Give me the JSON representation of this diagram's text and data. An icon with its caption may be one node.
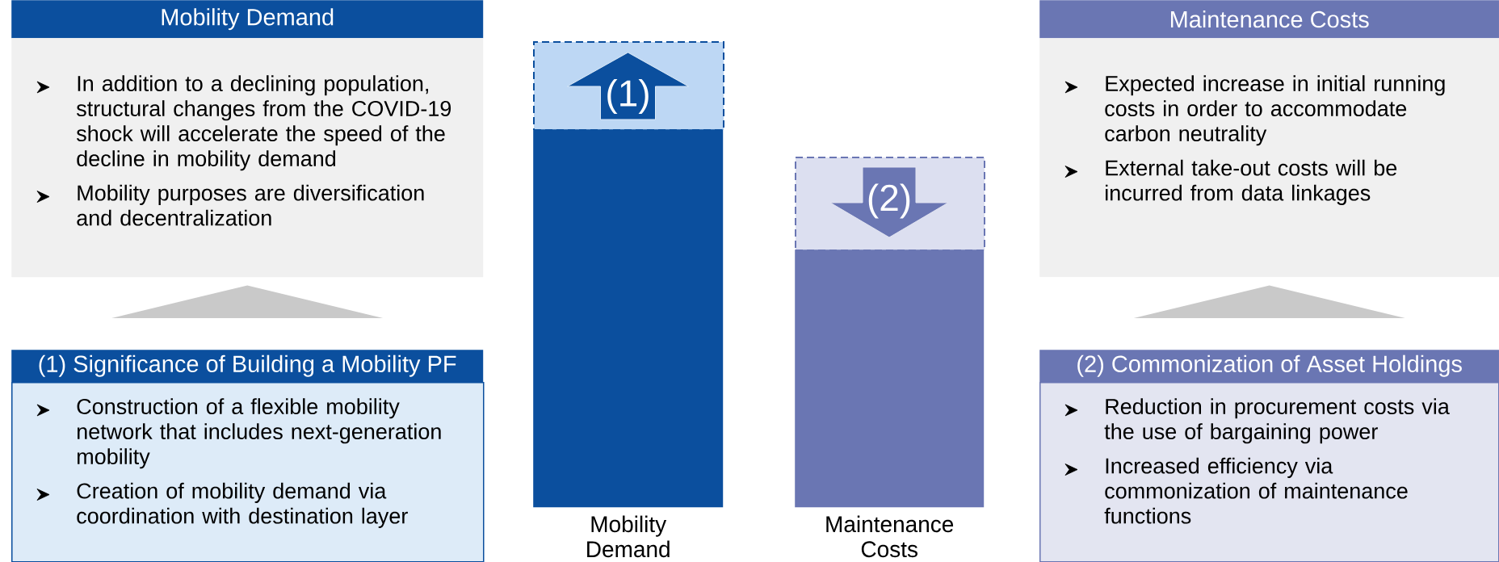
{
  "diagram": {
    "nodes": [
      {
        "text": [
          "Mobility Demand"
        ]
      },
      {
        "text": [
          "In addition to a declining population, structural changes from the COVID-19 shock will accelerate the speed of the decline in mobility demand",
          "Mobility purposes are diversification and decentralization"
        ]
      },
      {
        "text": [
          "(1) Significance of Building a Mobility PF"
        ]
      },
      {
        "text": [
          "Construction of a flexible mobility network that includes next-generation mobility",
          "Creation of mobility demand via coordination with destination layer"
        ]
      },
      {
        "text": [
          "(1)"
        ]
      },
      {
        "text": [],
        "shape": "bar",
        "beside": [
          "Mobility Demand"
        ]
      },
      {
        "text": [
          "(2)"
        ]
      },
      {
        "text": [],
        "shape": "bar",
        "beside": [
          "Maintenance Costs"
        ]
      },
      {
        "text": [
          "Maintenance Costs"
        ]
      },
      {
        "text": [
          "Expected increase in initial running costs in order to accommodate carbon neutrality",
          "External take-out costs will be incurred from data linkages"
        ]
      },
      {
        "text": [
          "(2) Commonization of Asset Holdings"
        ]
      },
      {
        "text": [
          "Reduction in procurement costs via the use of bargaining power",
          "Increased efficiency via commonization of maintenance functions"
        ]
      }
    ],
    "edges": [
      {
        "from": 2,
        "to": 1,
        "arrow": "to"
      },
      {
        "from": 10,
        "to": 9,
        "arrow": "to"
      }
    ]
  }
}
